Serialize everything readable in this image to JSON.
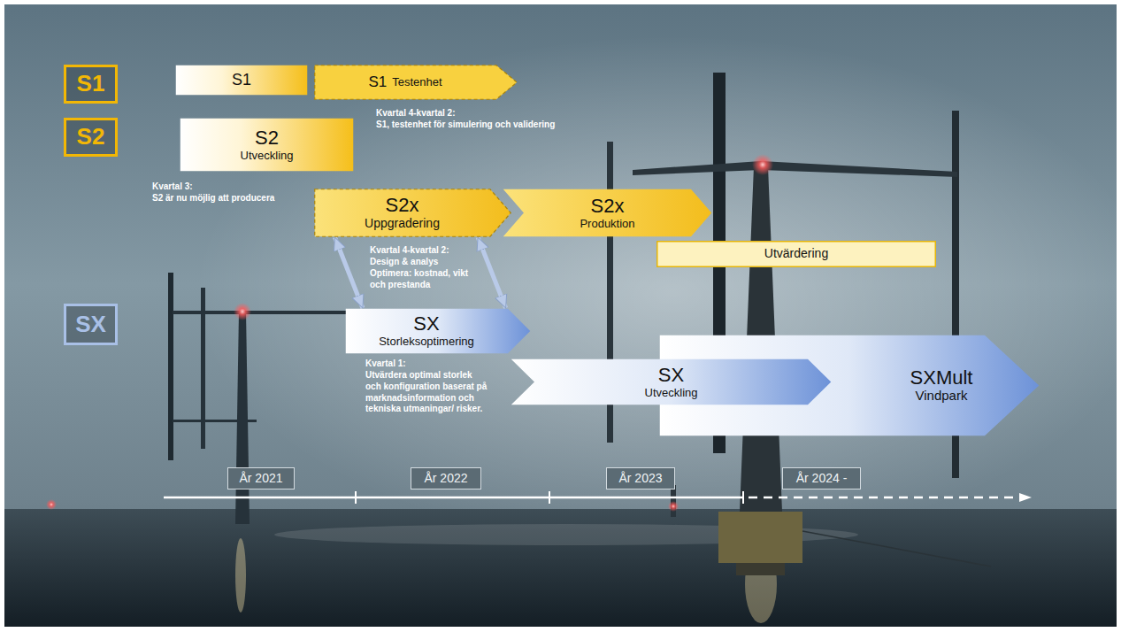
{
  "diagram": {
    "nodes": [
      {
        "text": [
          "S1"
        ]
      },
      {
        "text": [
          "S1"
        ]
      },
      {
        "text": [
          "S1",
          "Testenhet"
        ]
      },
      {
        "text": [
          "S2"
        ]
      },
      {
        "text": [
          "S2",
          "Utveckling"
        ]
      },
      {
        "text": [
          "S2x",
          "Uppgradering"
        ]
      },
      {
        "text": [
          "S2x",
          "Produktion"
        ]
      },
      {
        "text": [
          "Utvärdering"
        ]
      },
      {
        "text": [
          "SX"
        ]
      },
      {
        "text": [
          "SX",
          "Storleksoptimering"
        ]
      },
      {
        "text": [
          "SX",
          "Utveckling"
        ]
      },
      {
        "text": [
          "SXMult",
          "Vindpark"
        ]
      },
      {
        "text": [
          "År 2021"
        ]
      },
      {
        "text": [
          "År 2022"
        ]
      },
      {
        "text": [
          "År 2023"
        ]
      },
      {
        "text": [
          "År 2024 -"
        ]
      }
    ],
    "edges": [
      {
        "from": 5,
        "to": 9,
        "arrow": "both"
      },
      {
        "from": 5,
        "to": 9,
        "arrow": "both"
      }
    ],
    "labels": [
      "Kvartal 4-kvartal 2:",
      "S1, testenhet för simulering och validering",
      "Kvartal 3:",
      "S2 är nu möjlig att producera",
      "Kvartal 4-kvartal 2:",
      "Design & analys Optimera: kostnad, vikt och prestanda",
      "Kvartal 1:",
      "Utvärdera optimal storlek och konfiguration baserat på marknadsinformation och tekniska utmaningar/ risker."
    ]
  }
}
